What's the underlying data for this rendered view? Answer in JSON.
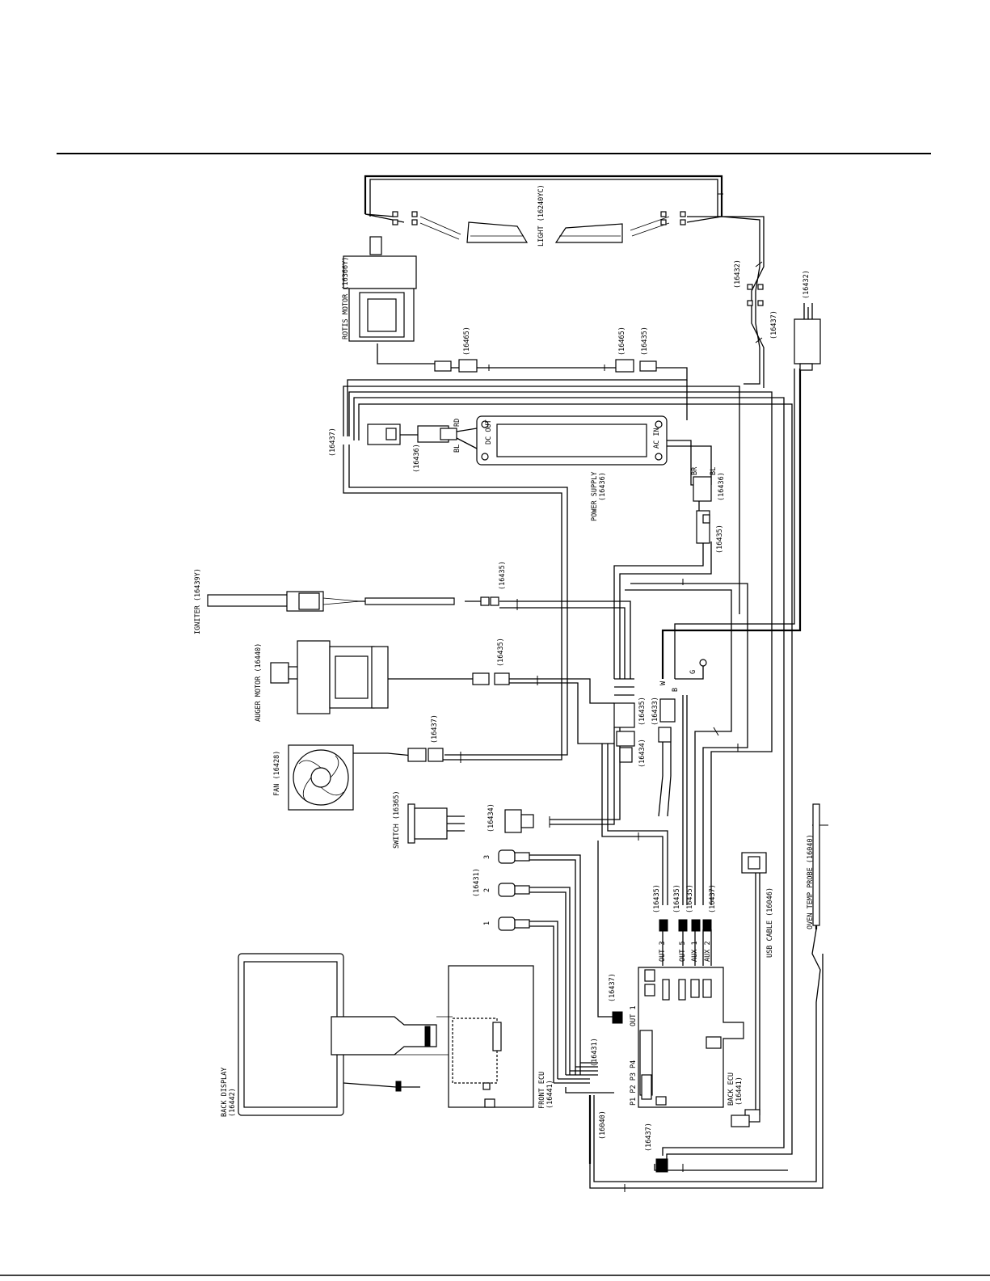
{
  "labels": {
    "light": "LIGHT (16240YC)",
    "rotis_motor": "ROTIS MOTOR (16366Y)",
    "p16465a": "(16465)",
    "p16465b": "(16465)",
    "p16435_rotis": "(16435)",
    "p16432a": "(16432)",
    "p16437_right": "(16437)",
    "p16432_plug": "(16432)",
    "p16437_ps": "(16437)",
    "p16436_ps_left": "(16436)",
    "rd": "RD",
    "bl_left": "BL",
    "dc_out": "DC OUT",
    "ac_in": "AC IN",
    "power_supply": "POWER SUPPLY",
    "power_supply_pn": "(16436)",
    "br": "BR",
    "bl_right": "BL",
    "p16436_right": "(16436)",
    "p16435_ps": "(16435)",
    "igniter": "IGNITER (16439Y)",
    "p16435_ign": "(16435)",
    "auger_motor": "AUGER MOTOR (16440)",
    "p16435_auger": "(16435)",
    "w_label": "W",
    "b_label": "B",
    "g_label": "G",
    "p16435_mid": "(16435)",
    "p16433_mid": "(16433)",
    "p16434_mid": "(16434)",
    "fan": "FAN (16428)",
    "p16437_fan": "(16437)",
    "switch": "SWITCH (16365)",
    "p16434_switch": "(16434)",
    "p16431": "(16431)",
    "num3": "3",
    "num2": "2",
    "num1": "1",
    "p16435_out3": "(16435)",
    "p16435_out5": "(16435)",
    "p16435_aux1": "(16435)",
    "p16437_aux2": "(16437)",
    "usb_cable": "USB CABLE (16046)",
    "oven_probe": "OVEN TEMP PROBE (16040)",
    "out3": "OUT 3",
    "out5": "OUT 5",
    "aux1": "AUX 1",
    "aux2": "AUX 2",
    "out1": "OUT 1",
    "p16437_out1": "(16437)",
    "p_ports": "P1 P2 P3 P4",
    "p16431_bottom": "(16431)",
    "back_ecu": "BACK ECU",
    "back_ecu_pn": "(16441)",
    "front_ecu": "FRONT ECU",
    "front_ecu_pn": "(16441)",
    "back_display": "BACK DISPLAY",
    "back_display_pn": "(16442)",
    "p16040_bottom": "(16040)",
    "p16437_bottom": "(16437)"
  }
}
